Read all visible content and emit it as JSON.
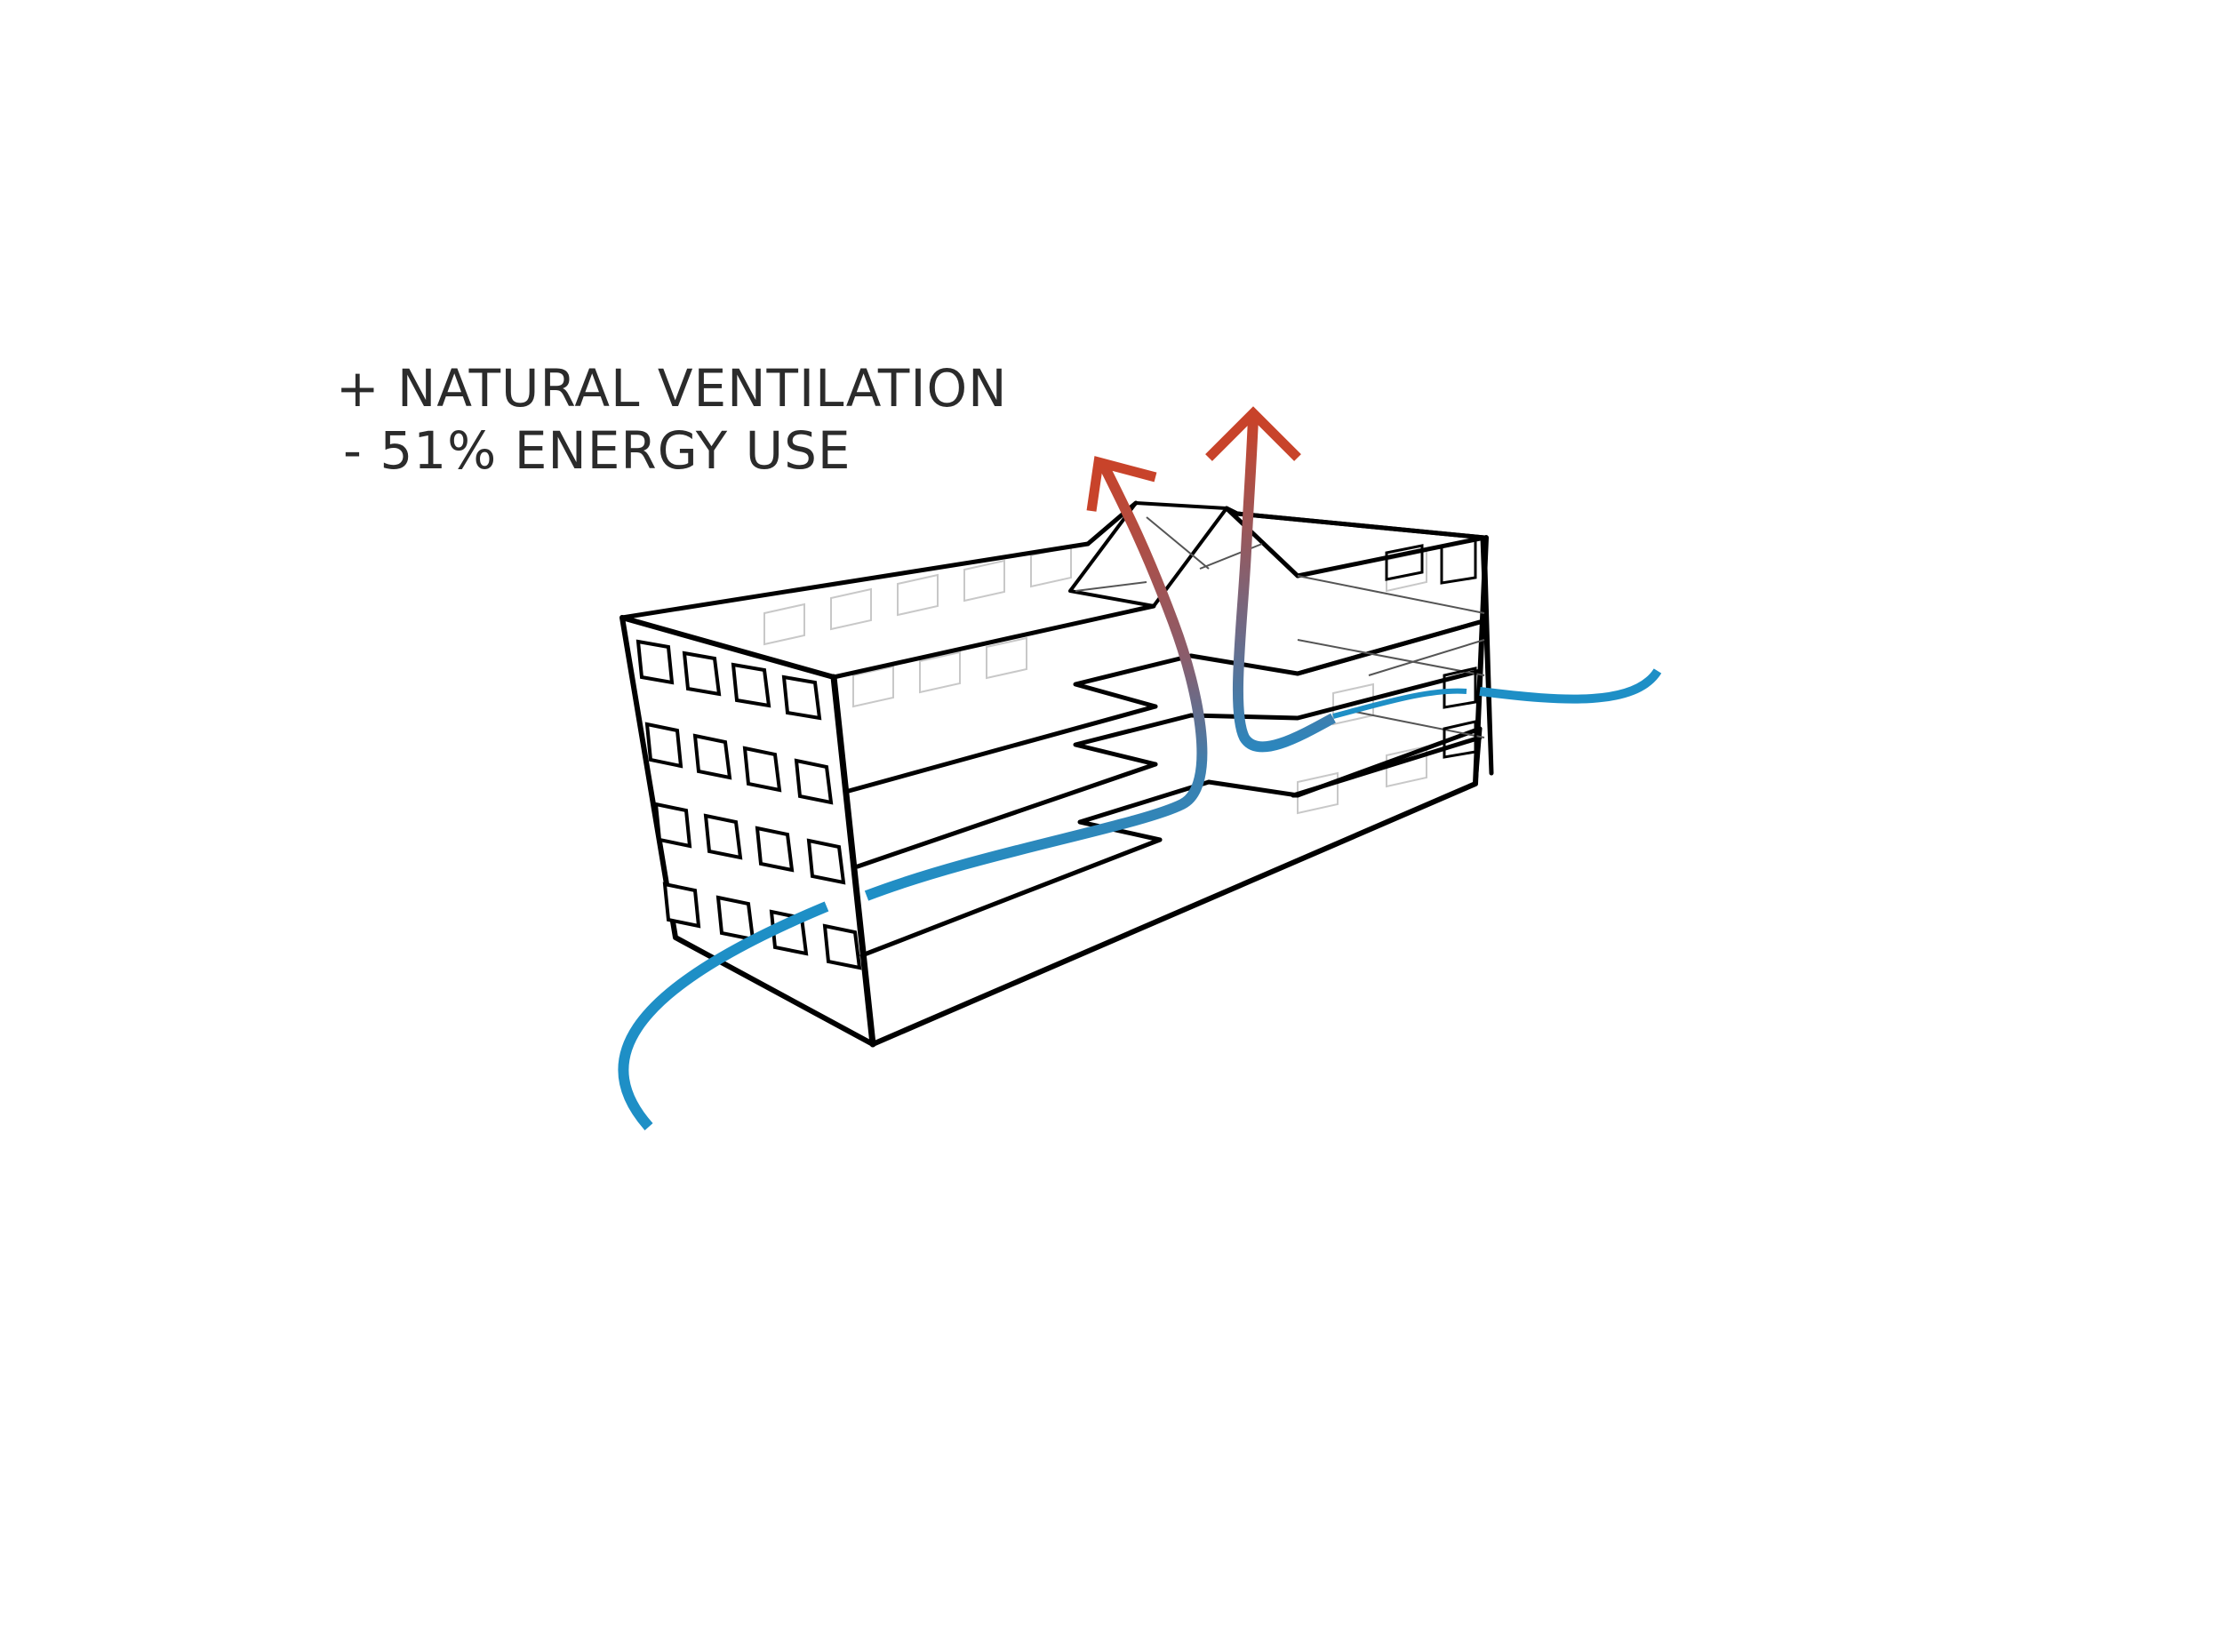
{
  "caption": {
    "line1": "+ NATURAL VENTILATION",
    "line2": "-  51% ENERGY USE"
  },
  "colors": {
    "outline": "#000000",
    "faint_outline": "#c8c8c8",
    "cool_air": "#1e8fc6",
    "warm_air": "#c8432a",
    "text": "#2b2b2b"
  },
  "icons": {
    "cool_air_flow": "blue-airflow-curve",
    "warm_air_exhaust": "red-arrow-up"
  }
}
